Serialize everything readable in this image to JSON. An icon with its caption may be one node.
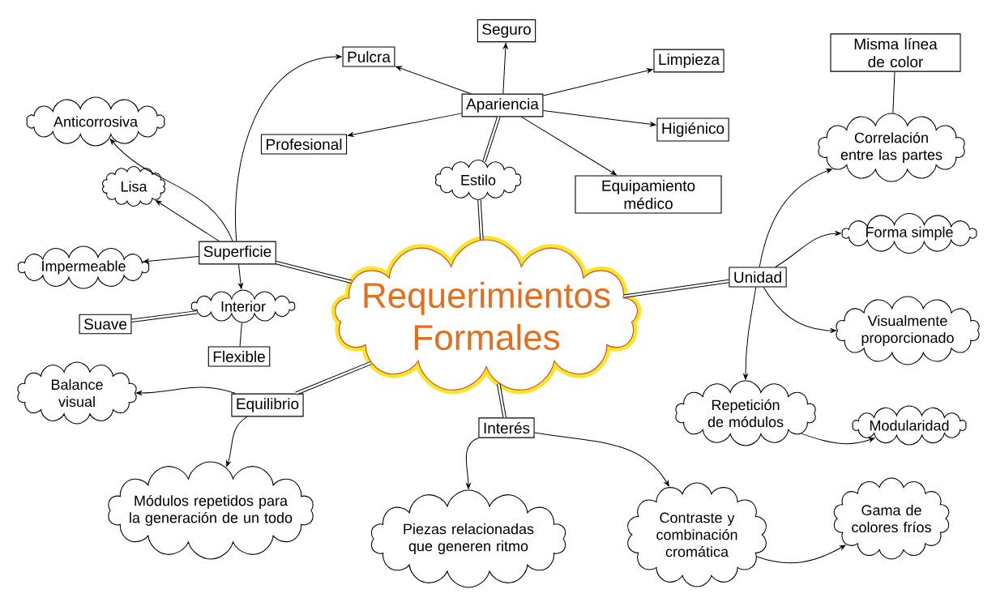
{
  "diagram": {
    "nodes": [
      {
        "text": [
          "Requerimientos Formales"
        ]
      },
      {
        "text": [
          "Apariencia"
        ]
      },
      {
        "text": [
          "Seguro"
        ]
      },
      {
        "text": [
          "Pulcra"
        ]
      },
      {
        "text": [
          "Profesional"
        ]
      },
      {
        "text": [
          "Limpieza"
        ]
      },
      {
        "text": [
          "Higiénico"
        ]
      },
      {
        "text": [
          "Equipamiento médico"
        ]
      },
      {
        "text": [
          "Estilo"
        ]
      },
      {
        "text": [
          "Anticorrosiva"
        ]
      },
      {
        "text": [
          "Lisa"
        ]
      },
      {
        "text": [
          "Superficie"
        ]
      },
      {
        "text": [
          "Impermeable"
        ]
      },
      {
        "text": [
          "Interior"
        ]
      },
      {
        "text": [
          "Suave"
        ]
      },
      {
        "text": [
          "Flexible"
        ]
      },
      {
        "text": [
          "Equilibrio"
        ]
      },
      {
        "text": [
          "Balance visual"
        ]
      },
      {
        "text": [
          "Módulos repetidos para la generación de un todo"
        ]
      },
      {
        "text": [
          "Interés"
        ]
      },
      {
        "text": [
          "Piezas relacionadas que generen ritmo"
        ]
      },
      {
        "text": [
          "Contraste y combinación cromática"
        ]
      },
      {
        "text": [
          "Unidad"
        ]
      },
      {
        "text": [
          "Misma línea de color"
        ]
      },
      {
        "text": [
          "Correlación entre las partes"
        ]
      },
      {
        "text": [
          "Forma simple"
        ]
      },
      {
        "text": [
          "Visualmente proporcionado"
        ]
      },
      {
        "text": [
          "Repetición de módulos"
        ]
      },
      {
        "text": [
          "Modularidad"
        ]
      },
      {
        "text": [
          "Gama de colores fríos"
        ]
      }
    ],
    "edges": [
      {
        "from": 1,
        "to": 2,
        "arrow": "to"
      },
      {
        "from": 1,
        "to": 3,
        "arrow": "to"
      },
      {
        "from": 1,
        "to": 4,
        "arrow": "to"
      },
      {
        "from": 1,
        "to": 5,
        "arrow": "to"
      },
      {
        "from": 1,
        "to": 6,
        "arrow": "to"
      },
      {
        "from": 1,
        "to": 7,
        "arrow": "to"
      },
      {
        "from": 1,
        "to": 8,
        "arrow": "none",
        "style": "thick"
      },
      {
        "from": 8,
        "to": 0,
        "arrow": "none",
        "style": "thick"
      },
      {
        "from": 11,
        "to": 0,
        "arrow": "none",
        "style": "thick"
      },
      {
        "from": 11,
        "to": 3,
        "arrow": "to"
      },
      {
        "from": 11,
        "to": 9,
        "arrow": "to"
      },
      {
        "from": 11,
        "to": 10,
        "arrow": "to"
      },
      {
        "from": 11,
        "to": 12,
        "arrow": "to"
      },
      {
        "from": 11,
        "to": 13,
        "arrow": "to"
      },
      {
        "from": 13,
        "to": 14,
        "arrow": "none",
        "style": "thick"
      },
      {
        "from": 13,
        "to": 15,
        "arrow": "none"
      },
      {
        "from": 16,
        "to": 0,
        "arrow": "none",
        "style": "thick"
      },
      {
        "from": 16,
        "to": 17,
        "arrow": "to"
      },
      {
        "from": 16,
        "to": 18,
        "arrow": "to"
      },
      {
        "from": 0,
        "to": 19,
        "arrow": "none",
        "style": "thick"
      },
      {
        "from": 19,
        "to": 20,
        "arrow": "to"
      },
      {
        "from": 19,
        "to": 21,
        "arrow": "to"
      },
      {
        "from": 21,
        "to": 29,
        "arrow": "to"
      },
      {
        "from": 0,
        "to": 22,
        "arrow": "none",
        "style": "thick"
      },
      {
        "from": 22,
        "to": 24,
        "arrow": "to"
      },
      {
        "from": 22,
        "to": 25,
        "arrow": "to"
      },
      {
        "from": 22,
        "to": 26,
        "arrow": "to"
      },
      {
        "from": 22,
        "to": 27,
        "arrow": "to"
      },
      {
        "from": 24,
        "to": 23,
        "arrow": "none"
      },
      {
        "from": 27,
        "to": 28,
        "arrow": "to"
      }
    ]
  }
}
